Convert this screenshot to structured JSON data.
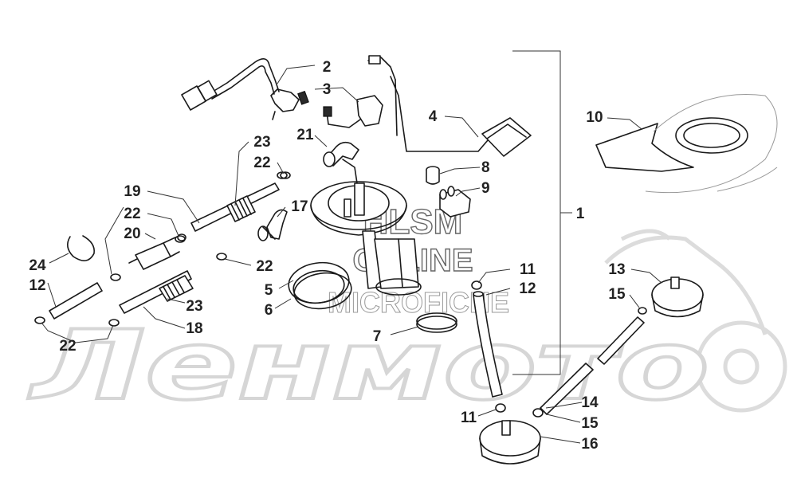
{
  "watermark": {
    "site_line1": "HLSM",
    "site_line2": "ONLINE",
    "site_line3": "MICROFICHE",
    "brand": "Ленмото"
  },
  "callouts": [
    {
      "id": "c2",
      "label": "2"
    },
    {
      "id": "c3",
      "label": "3"
    },
    {
      "id": "c4",
      "label": "4"
    },
    {
      "id": "c10",
      "label": "10"
    },
    {
      "id": "c21",
      "label": "21"
    },
    {
      "id": "c23a",
      "label": "23"
    },
    {
      "id": "c22a",
      "label": "22"
    },
    {
      "id": "c8",
      "label": "8"
    },
    {
      "id": "c9",
      "label": "9"
    },
    {
      "id": "c19",
      "label": "19"
    },
    {
      "id": "c22b",
      "label": "22"
    },
    {
      "id": "c17",
      "label": "17"
    },
    {
      "id": "c1",
      "label": "1"
    },
    {
      "id": "c20",
      "label": "20"
    },
    {
      "id": "c24",
      "label": "24"
    },
    {
      "id": "c22c",
      "label": "22"
    },
    {
      "id": "c11a",
      "label": "11"
    },
    {
      "id": "c12a",
      "label": "12"
    },
    {
      "id": "c13",
      "label": "13"
    },
    {
      "id": "c12b",
      "label": "12"
    },
    {
      "id": "c5",
      "label": "5"
    },
    {
      "id": "c15a",
      "label": "15"
    },
    {
      "id": "c6",
      "label": "6"
    },
    {
      "id": "c23b",
      "label": "23"
    },
    {
      "id": "c18",
      "label": "18"
    },
    {
      "id": "c7",
      "label": "7"
    },
    {
      "id": "c22d",
      "label": "22"
    },
    {
      "id": "c14",
      "label": "14"
    },
    {
      "id": "c11b",
      "label": "11"
    },
    {
      "id": "c15b",
      "label": "15"
    },
    {
      "id": "c16",
      "label": "16"
    }
  ]
}
